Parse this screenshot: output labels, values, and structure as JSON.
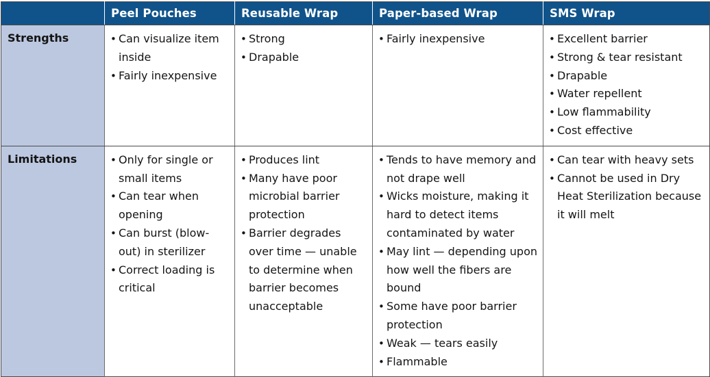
{
  "table": {
    "corner_label": "",
    "columns": [
      {
        "key": "peel_pouches",
        "label": "Peel Pouches"
      },
      {
        "key": "reusable_wrap",
        "label": "Reusable Wrap"
      },
      {
        "key": "paper_based_wrap",
        "label": "Paper-based Wrap"
      },
      {
        "key": "sms_wrap",
        "label": "SMS Wrap"
      }
    ],
    "rows": [
      {
        "key": "strengths",
        "label": "Strengths",
        "cells": {
          "peel_pouches": [
            "Can visualize item inside",
            "Fairly inexpensive"
          ],
          "reusable_wrap": [
            "Strong",
            "Drapable"
          ],
          "paper_based_wrap": [
            "Fairly inexpensive"
          ],
          "sms_wrap": [
            "Excellent barrier",
            "Strong & tear resistant",
            "Drapable",
            "Water repellent",
            "Low flammability",
            "Cost effective"
          ]
        }
      },
      {
        "key": "limitations",
        "label": "Limitations",
        "cells": {
          "peel_pouches": [
            "Only for single or small items",
            "Can tear when opening",
            "Can burst (blow-out) in sterilizer",
            "Correct loading is critical"
          ],
          "reusable_wrap": [
            "Produces lint",
            "Many have poor microbial barrier protection",
            "Barrier degrades over time — unable to determine when barrier becomes unacceptable"
          ],
          "paper_based_wrap": [
            "Tends to have memory and not drape well",
            "Wicks moisture, making it hard to detect items contaminated by water",
            "May lint — depending upon how well the fibers are bound",
            "Some have poor barrier protection",
            "Weak — tears easily",
            "Flammable"
          ],
          "sms_wrap": [
            "Can tear with heavy sets",
            "Cannot be used in Dry Heat Sterilization because it will melt"
          ]
        }
      }
    ]
  },
  "colors": {
    "header_blue": "#10538B",
    "row_label_blue": "#BCC8E0",
    "border_gray": "#4a4a4a",
    "inner_border_gray": "#6b6b6b",
    "text": "#141414",
    "header_text": "#ffffff"
  }
}
